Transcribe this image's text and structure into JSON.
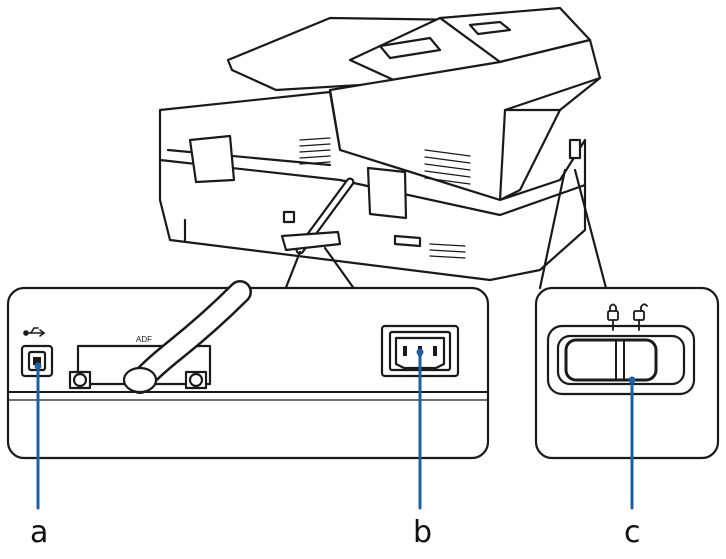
{
  "callouts": [
    {
      "id": "a",
      "label": "a",
      "part": "usb-port"
    },
    {
      "id": "b",
      "label": "b",
      "part": "ac-inlet"
    },
    {
      "id": "c",
      "label": "c",
      "part": "transportation-lock-switch"
    }
  ],
  "adf_connector_text": "ADF",
  "colors": {
    "stroke": "#1a1a1a",
    "callout_line": "#1f5fa8",
    "body_fill": "#ffffff",
    "shadow": "#eeeeee"
  },
  "icons": {
    "usb": "usb-icon",
    "lock": "lock-icon",
    "unlock": "unlock-icon"
  }
}
